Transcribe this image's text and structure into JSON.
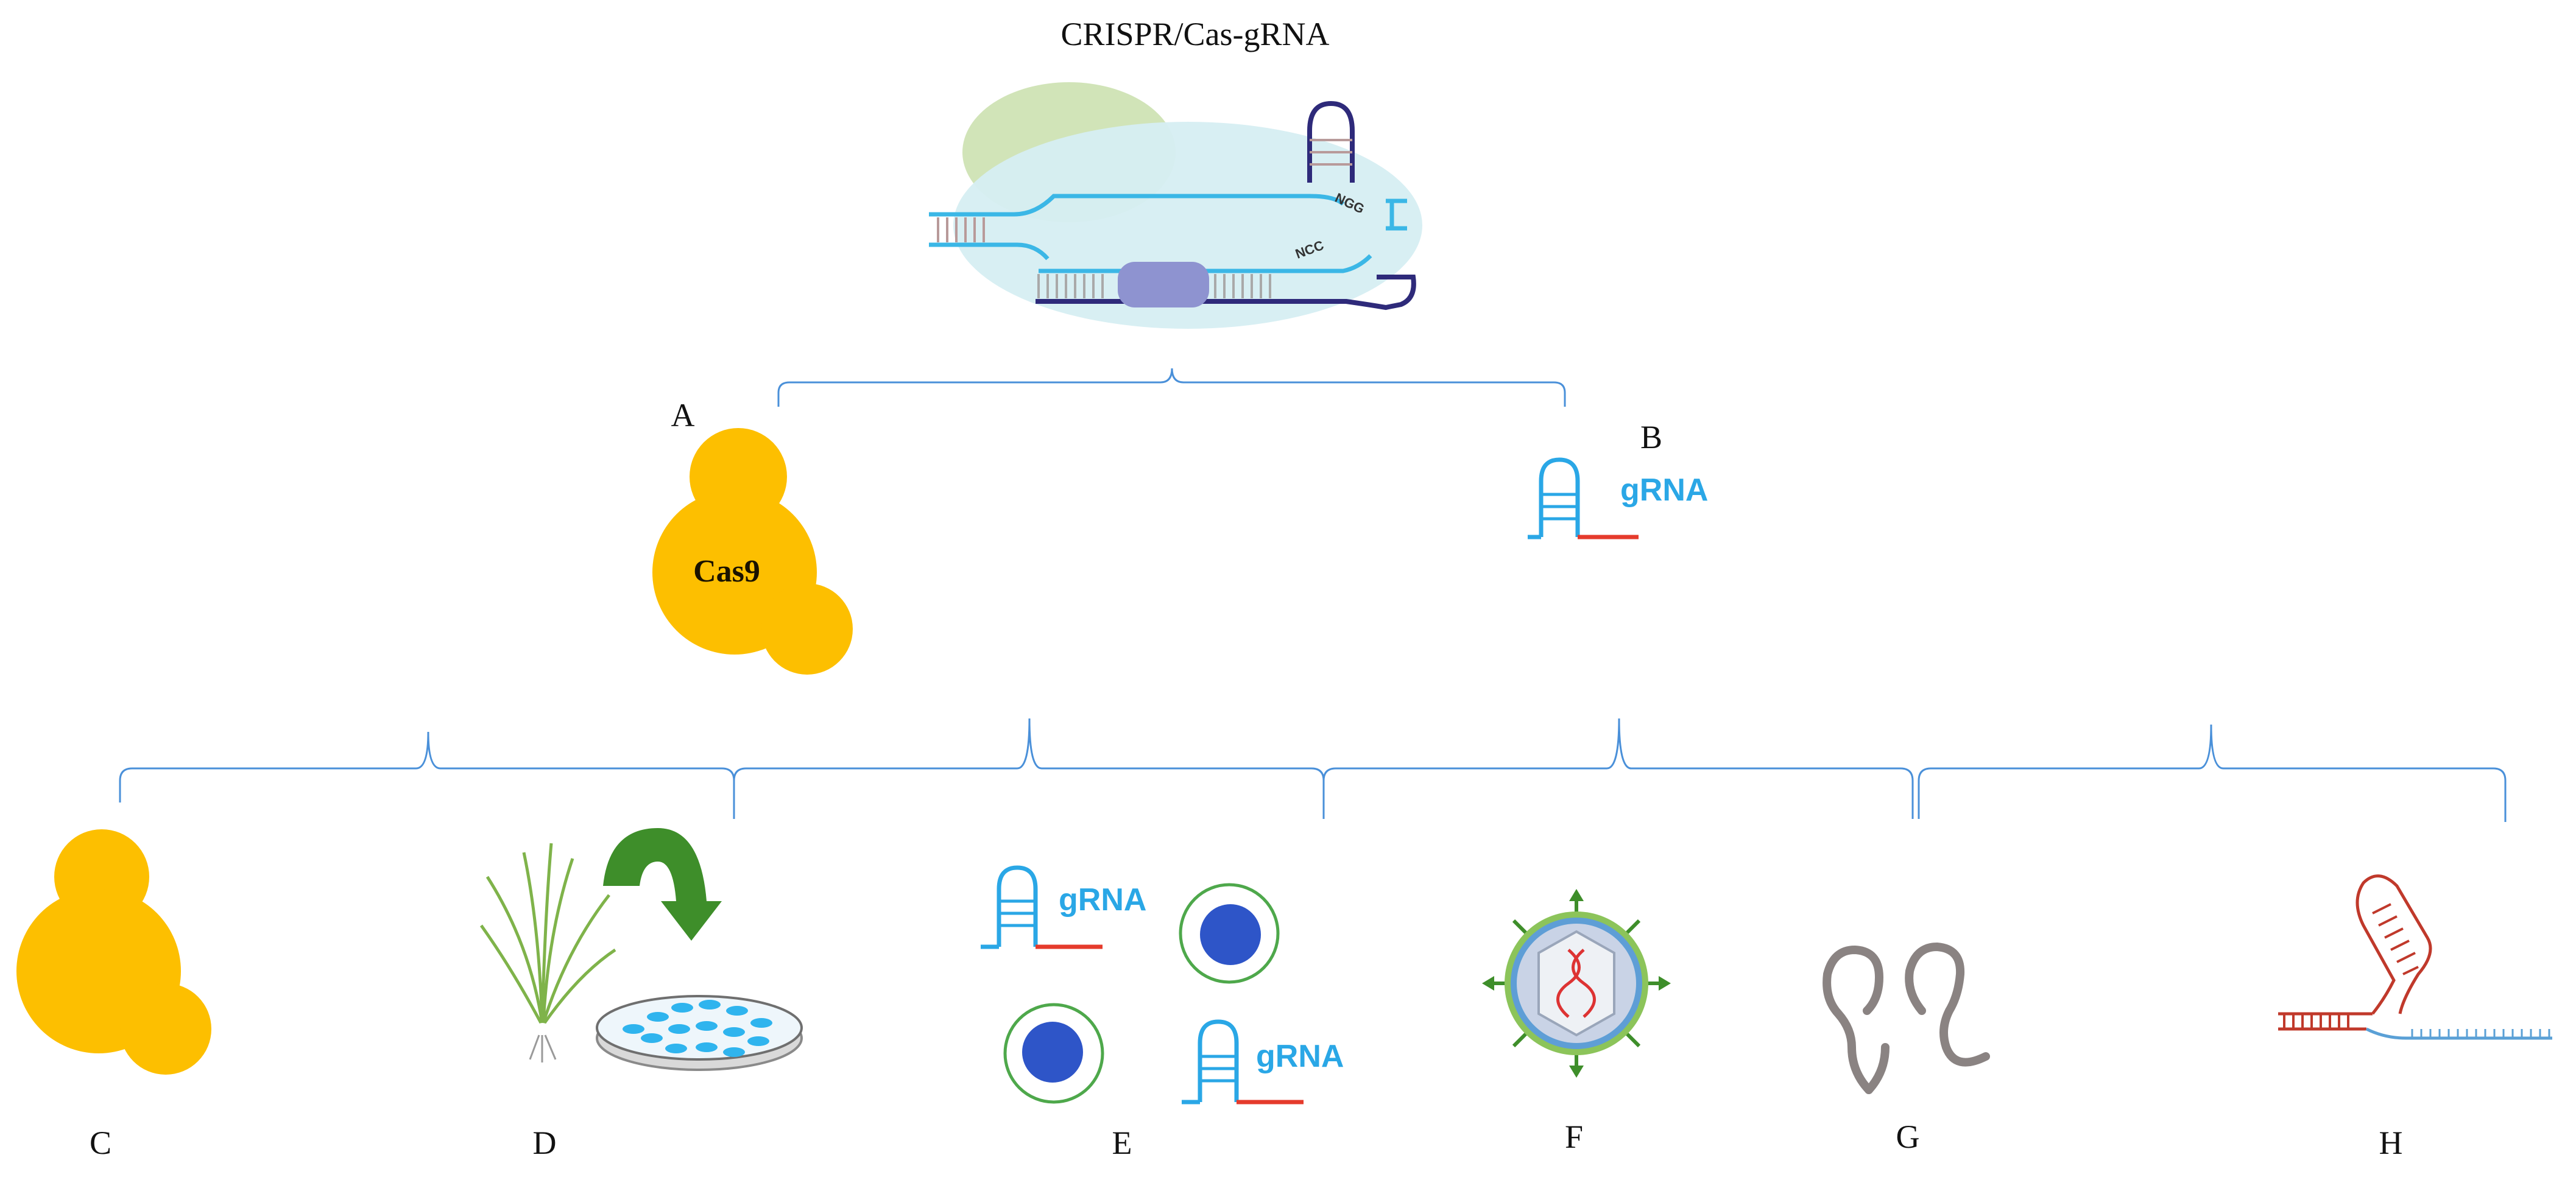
{
  "title": "CRISPR/Cas-gRNA",
  "cas_label": "Cas9",
  "grna_label": "gRNA",
  "pam_top": "NGG",
  "pam_bottom": "NCC",
  "panel_labels": {
    "A": "A",
    "B": "B",
    "C": "C",
    "D": "D",
    "E": "E",
    "F": "F",
    "G": "G",
    "H": "H"
  },
  "colors": {
    "cas9_yellow": "#FDBF00",
    "grna_blue": "#2AA7E6",
    "strand_red": "#E53B2C",
    "brace_blue": "#4A90D9",
    "dna_strand": "#3BB7E6",
    "rna_purple": "#2E2A7A",
    "cell_nucleus": "#2E55C8",
    "cell_membrane": "#4EA84B",
    "arrow_green": "#3E8E2A"
  },
  "icons": [
    "crispr-complex-icon",
    "cas9-protein-icon",
    "grna-hairpin-icon",
    "rice-plant-icon",
    "petri-dish-icon",
    "curved-arrow-icon",
    "cell-icon",
    "virus-particle-icon",
    "rna-hairpin-icon",
    "hairpin-duplex-icon"
  ]
}
